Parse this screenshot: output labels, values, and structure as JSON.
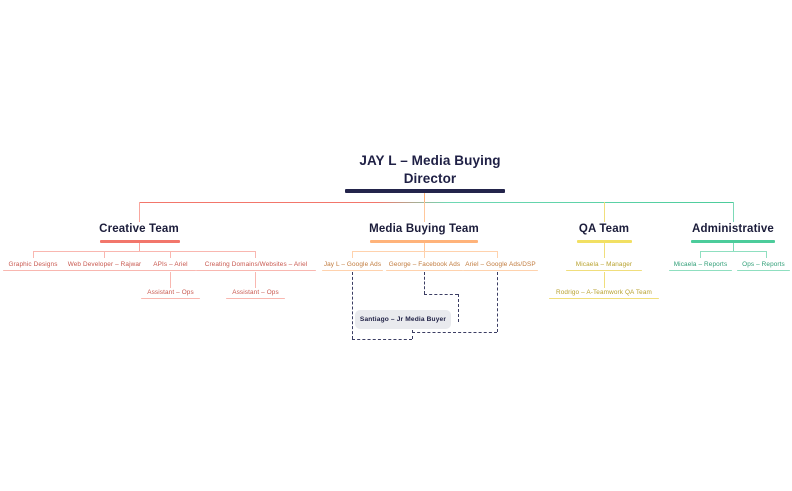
{
  "palette": {
    "root": "#23244b",
    "creative": "#f2766b",
    "creative_light": "#f9b7b0",
    "media": "#ffb37a",
    "media_light": "#ffd2ad",
    "qa": "#f2e063",
    "qa_light": "#f7ecA0",
    "admin": "#4ccc9b",
    "admin_light": "#8fdfc0",
    "dashed": "#3b3d63",
    "dashbox_bg": "#e9eaee",
    "background": "#ffffff"
  },
  "root": {
    "line1": "JAY L – Media Buying",
    "line2": "Director"
  },
  "teams": [
    {
      "id": "creative",
      "title": "Creative Team",
      "color": "#f2766b",
      "children": [
        {
          "label": "Graphic Designs"
        },
        {
          "label": "Web Developer – Rajwar"
        },
        {
          "label": "APIs – Ariel",
          "child": {
            "label": "Assistant – Ops"
          }
        },
        {
          "label": "Creating Domains/Websites – Ariel",
          "child": {
            "label": "Assistant – Ops"
          }
        }
      ]
    },
    {
      "id": "media-buying",
      "title": "Media Buying Team",
      "color": "#ffb37a",
      "children": [
        {
          "label": "Jay L – Google Ads"
        },
        {
          "label": "George – Facebook Ads"
        },
        {
          "label": "Ariel – Google Ads/DSP"
        }
      ]
    },
    {
      "id": "qa",
      "title": "QA Team",
      "color": "#f2e063",
      "children": [
        {
          "label": "Micaela – Manager",
          "child": {
            "label": "Rodrigo – A-Teamwork QA Team"
          }
        }
      ]
    },
    {
      "id": "administrative",
      "title": "Administrative",
      "color": "#4ccc9b",
      "children": [
        {
          "label": "Micaela – Reports"
        },
        {
          "label": "Ops – Reports"
        }
      ]
    }
  ],
  "shared_node": {
    "label": "Santiago – Jr Media Buyer"
  }
}
